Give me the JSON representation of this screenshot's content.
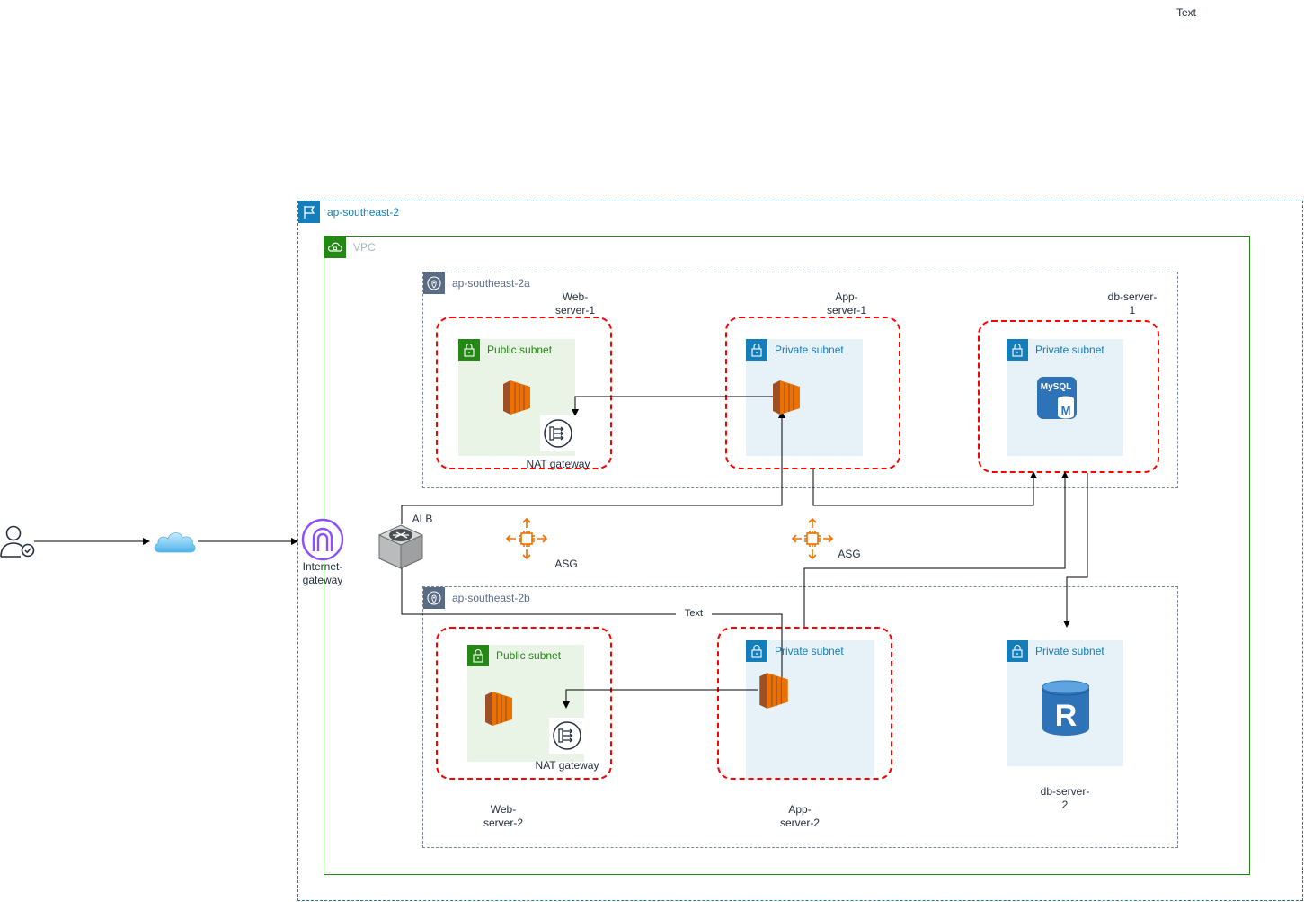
{
  "top_text": "Text",
  "region": {
    "label": "ap-southeast-2"
  },
  "vpc": {
    "label": "VPC"
  },
  "az_a": {
    "label": "ap-southeast-2a"
  },
  "az_b": {
    "label": "ap-southeast-2b"
  },
  "subnets": {
    "pub_a": "Public subnet",
    "priv_app_a": "Private subnet",
    "priv_db_a": "Private subnet",
    "pub_b": "Public subnet",
    "priv_app_b": "Private subnet",
    "priv_db_b": "Private subnet"
  },
  "servers": {
    "web1": "Web-\nserver-1",
    "app1": "App-\nserver-1",
    "db1": "db-server-\n1",
    "web2": "Web-\nserver-2",
    "app2": "App-\nserver-2",
    "db2": "db-server-\n2"
  },
  "nat": {
    "a": "NAT gateway",
    "b": "NAT gateway"
  },
  "igw": "Internet-\ngateway",
  "alb": "ALB",
  "asg": {
    "left": "ASG",
    "right": "ASG"
  },
  "edge_text": "Text",
  "mysql_label": "MySQL",
  "mysql_letter": "M",
  "rds_letter": "R",
  "icons": [
    "user-icon",
    "cloud-icon",
    "internet-gateway-icon",
    "alb-icon",
    "asg-icon",
    "ec2-icon",
    "nat-gateway-icon",
    "mysql-icon",
    "redis-icon",
    "region-flag-icon",
    "vpc-cloud-icon",
    "az-pin-icon",
    "lock-icon"
  ],
  "colors": {
    "region": "#147eba",
    "vpc": "#248814",
    "ec2": "#ed7100",
    "asg": "#ed7100",
    "igw": "#8c4fff",
    "group_dash": "#ff0000",
    "db": "#2e73b8",
    "public_subnet_bg": "#e9f3e6",
    "private_subnet_bg": "#e6f2f8"
  }
}
